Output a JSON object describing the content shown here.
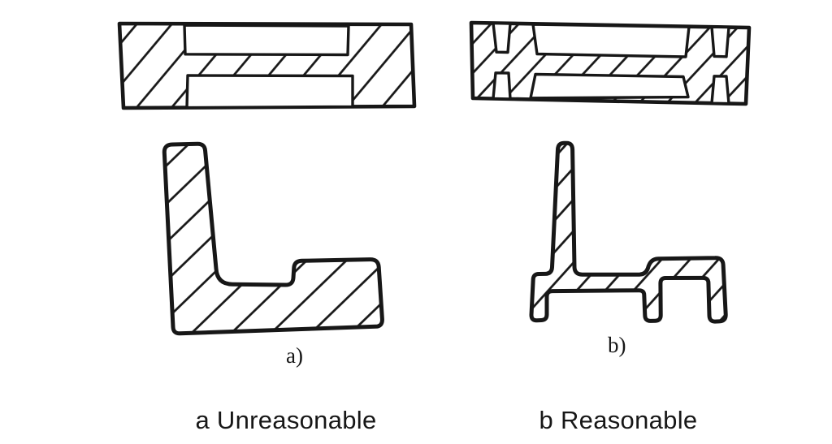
{
  "colors": {
    "ink": "#171717",
    "paper": "#ffffff"
  },
  "panels": {
    "a": {
      "label": "a)",
      "caption": "a Unreasonable"
    },
    "b": {
      "label": "b)",
      "caption": "b Reasonable"
    }
  }
}
